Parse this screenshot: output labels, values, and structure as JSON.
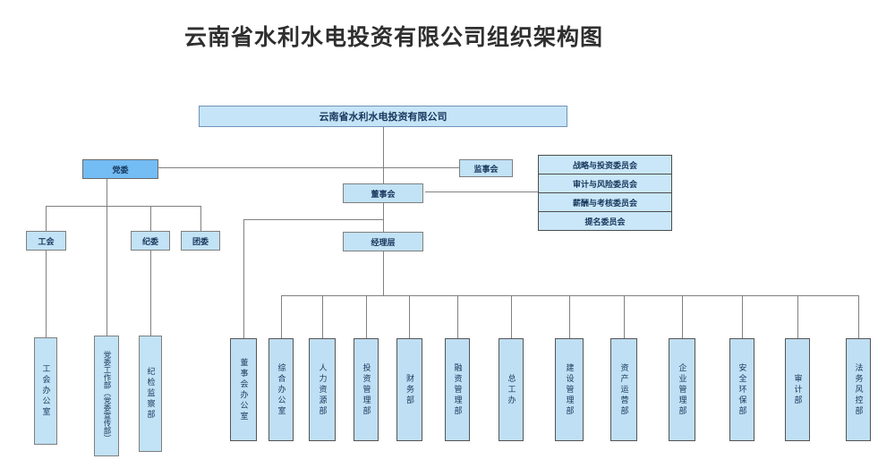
{
  "page": {
    "title": "云南省水利水电投资有限公司组织架构图"
  },
  "org": {
    "root": "云南省水利水电投资有限公司",
    "party_committee": "党委",
    "supervisory_board": "监事会",
    "board": "董事会",
    "management": "经理层",
    "committees": [
      "战略与投资委员会",
      "审计与风险委员会",
      "薪酬与考核委员会",
      "提名委员会"
    ],
    "party_branches": [
      "工会",
      "纪委",
      "团委"
    ],
    "party_departments": [
      "工会办公室",
      "党委工作部（党委宣传部）",
      "纪检监察部"
    ],
    "departments": [
      "董事会办公室",
      "综合办公室",
      "人力资源部",
      "投资管理部",
      "财务部",
      "融资管理部",
      "总工办",
      "建设管理部",
      "资产运营部",
      "企业管理部",
      "安全环保部",
      "审计部",
      "法务风控部"
    ],
    "colors": {
      "node_fill": "#c2e2f5",
      "party_fill": "#74bcf4",
      "border": "#7f7f7f",
      "text": "#16365c",
      "line": "#808080"
    }
  }
}
